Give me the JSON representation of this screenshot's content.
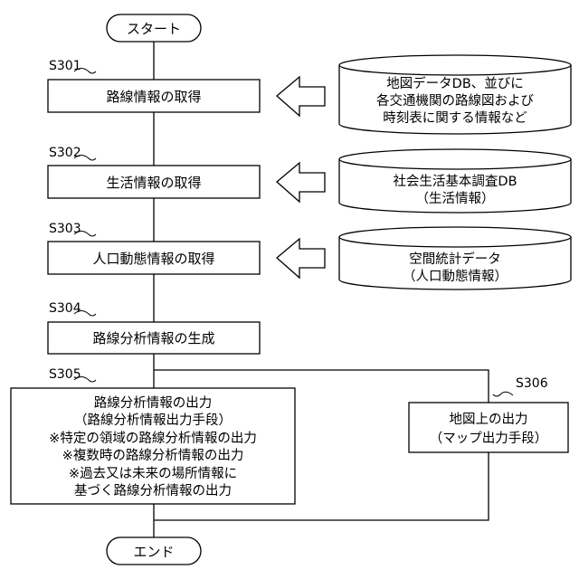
{
  "start": "スタート",
  "end": "エンド",
  "steps": [
    {
      "id": "S301",
      "lines": [
        "路線情報の取得"
      ]
    },
    {
      "id": "S302",
      "lines": [
        "生活情報の取得"
      ]
    },
    {
      "id": "S303",
      "lines": [
        "人口動態情報の取得"
      ]
    },
    {
      "id": "S304",
      "lines": [
        "路線分析情報の生成"
      ]
    },
    {
      "id": "S305",
      "lines": [
        "路線分析情報の出力",
        "（路線分析情報出力手段）",
        "※特定の領域の路線分析情報の出力",
        "※複数時の路線分析情報の出力",
        "※過去又は未来の場所情報に",
        "基づく路線分析情報の出力"
      ]
    },
    {
      "id": "S306",
      "lines": [
        "地図上の出力",
        "（マップ出力手段）"
      ]
    }
  ],
  "databases": [
    {
      "lines": [
        "地図データDB、並びに",
        "各交通機関の路線図および",
        "時刻表に関する情報など"
      ]
    },
    {
      "lines": [
        "社会生活基本調査DB",
        "（生活情報）"
      ]
    },
    {
      "lines": [
        "空間統計データ",
        "（人口動態情報）"
      ]
    }
  ]
}
